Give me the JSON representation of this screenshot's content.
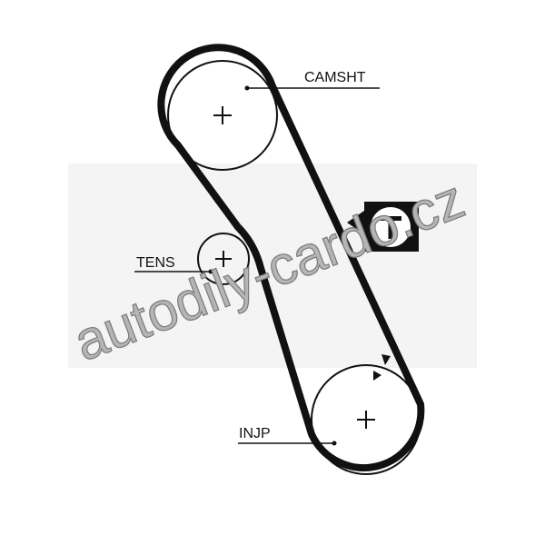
{
  "labels": {
    "camshaft": "CAMSHT",
    "tensioner": "TENS",
    "injection_pump": "INJP"
  },
  "watermark": {
    "text": "autodily-cardo.cz",
    "logo_letter": "T"
  },
  "colors": {
    "belt": "#111111",
    "watermark": "#b5b5b5",
    "background_band": "#f3f3f3"
  }
}
